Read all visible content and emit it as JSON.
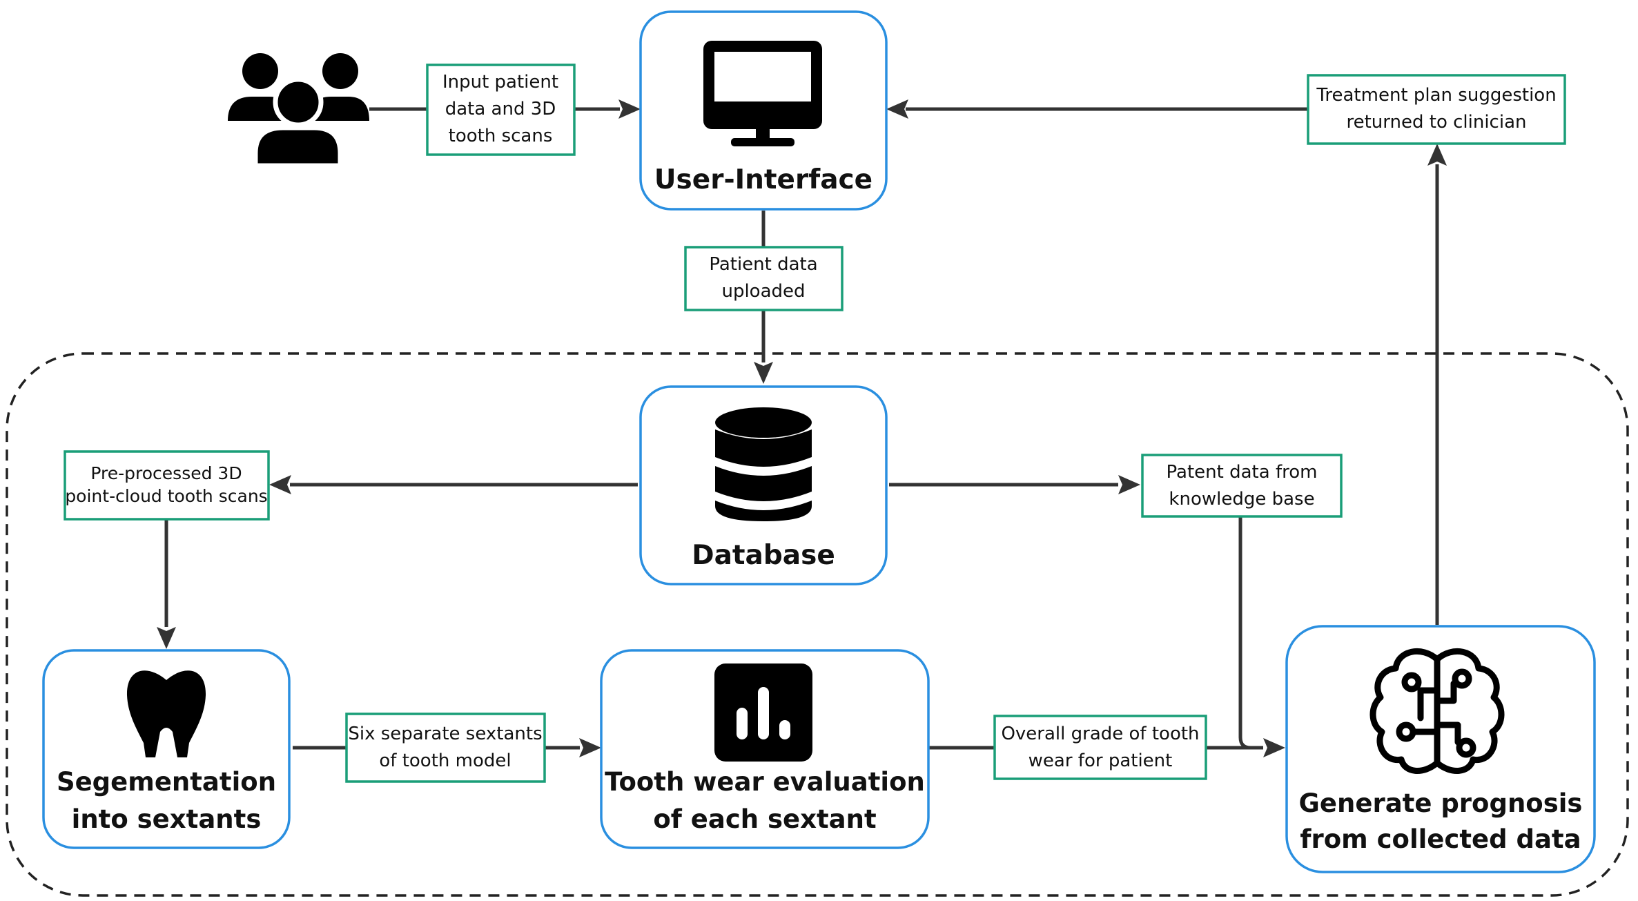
{
  "colors": {
    "node_border": "#2a8fe0",
    "label_border": "#1a9e78",
    "arrow": "#333333",
    "icon": "#000000",
    "boundary": "#222222"
  },
  "nodes": {
    "user_interface": {
      "label": "User-Interface",
      "icon": "monitor-icon"
    },
    "database": {
      "label": "Database",
      "icon": "database-icon"
    },
    "segmentation": {
      "line1": "Segementation",
      "line2": "into sextants",
      "icon": "tooth-icon"
    },
    "tooth_wear": {
      "line1": "Tooth wear evaluation",
      "line2": "of each sextant",
      "icon": "bar-chart-icon"
    },
    "prognosis": {
      "line1": "Generate prognosis",
      "line2": "from collected data",
      "icon": "brain-circuit-icon"
    },
    "users": {
      "icon": "users-group-icon"
    }
  },
  "edge_labels": {
    "input": [
      "Input patient",
      "data and 3D",
      "tooth scans"
    ],
    "uploaded": [
      "Patient data",
      "uploaded"
    ],
    "treatment": [
      "Treatment plan suggestion",
      "returned to clinician"
    ],
    "preprocessed": [
      "Pre-processed 3D",
      "point-cloud tooth scans"
    ],
    "knowledge": [
      "Patent data from",
      "knowledge base"
    ],
    "sextants": [
      "Six separate sextants",
      "of tooth model"
    ],
    "grade": [
      "Overall grade of tooth",
      "wear for patient"
    ]
  }
}
